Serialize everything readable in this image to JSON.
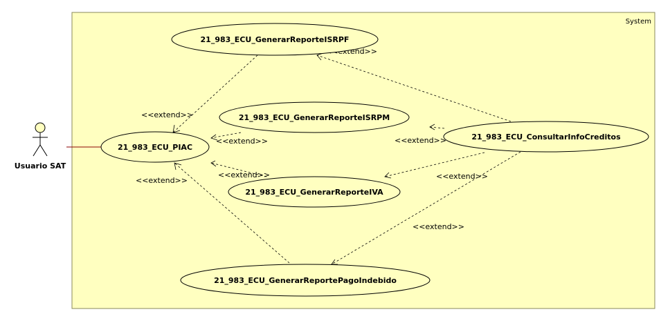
{
  "system": {
    "label": "System"
  },
  "actor": {
    "name": "Usuario SAT"
  },
  "use_cases": {
    "isrpf": "21_983_ECU_GenerarReporteISRPF",
    "isrpm": "21_983_ECU_GenerarReporteISRPM",
    "piac": "21_983_ECU_PIAC",
    "consultar": "21_983_ECU_ConsultarInfoCreditos",
    "iva": "21_983_ECU_GenerarReporteIVA",
    "pago": "21_983_ECU_GenerarReportePagoIndebido"
  },
  "relations": {
    "isrpf_piac": "<<extend>>",
    "isrpm_piac": "<<extend>>",
    "iva_piac": "<<extend>>",
    "pago_piac": "<<extend>>",
    "consultar_isrpf": "<<extend>>",
    "consultar_isrpm": "<<extend>>",
    "consultar_iva": "<<extend>>",
    "consultar_pago": "<<extend>>"
  }
}
